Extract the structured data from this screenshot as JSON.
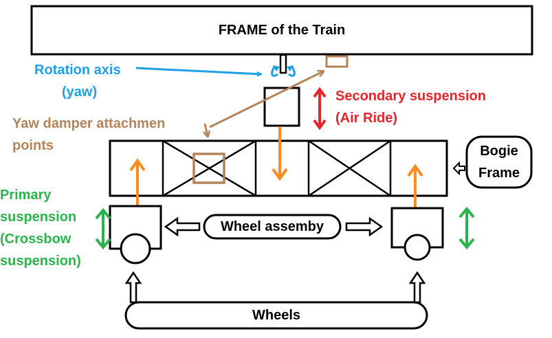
{
  "frame": {
    "title": "FRAME of the Train"
  },
  "labels": {
    "rotation_axis": [
      "Rotation axis",
      "(yaw)"
    ],
    "secondary_suspension": [
      "Secondary suspension",
      "(Air Ride)"
    ],
    "yaw_damper": [
      "Yaw damper attachmen",
      "points"
    ],
    "bogie_frame": [
      "Bogie",
      "Frame"
    ],
    "primary_suspension": [
      "Primary",
      "suspension",
      "(Crossbow",
      "suspension)"
    ],
    "wheel_assembly": "Wheel assemby",
    "wheels": "Wheels"
  },
  "colors": {
    "outline": "#000000",
    "rotation_axis": "#1ea0e6",
    "secondary_suspension": "#e42428",
    "yaw_damper": "#b5835a",
    "primary_suspension": "#2bb44b",
    "load_arrow": "#ff8c1a"
  }
}
